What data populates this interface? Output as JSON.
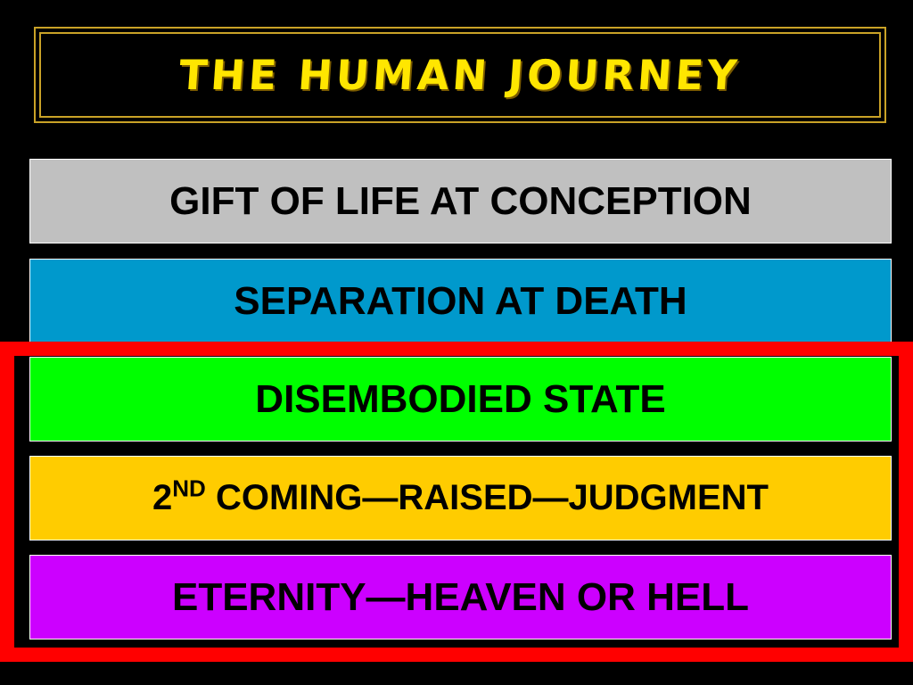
{
  "title": "THE HUMAN JOURNEY",
  "colors": {
    "title_text": "#ffe600",
    "title_border": "#c9a227",
    "highlight_frame": "#ff0000",
    "background": "#000000"
  },
  "stages": [
    {
      "label": "GIFT OF LIFE AT CONCEPTION",
      "color": "#c0c0c0"
    },
    {
      "label": "SEPARATION AT DEATH",
      "color": "#0099cc"
    },
    {
      "label": "DISEMBODIED STATE",
      "color": "#00ff00"
    },
    {
      "prefix": "2",
      "superscript": "ND",
      "label": " COMING—RAISED—JUDGMENT",
      "color": "#ffcc00"
    },
    {
      "label": "ETERNITY—HEAVEN OR HELL",
      "color": "#cc00ff"
    }
  ]
}
